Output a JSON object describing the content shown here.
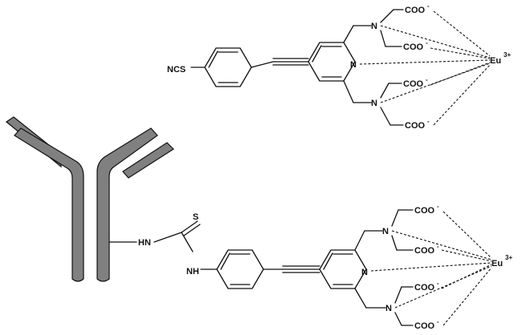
{
  "molecule_top": {
    "ncs": "NCS",
    "n_ring": "N",
    "n_amine_top": "N",
    "n_amine_bottom": "N",
    "coo": "COO",
    "charge": "-",
    "metal": "Eu",
    "metal_charge": "3+"
  },
  "conjugate": {
    "s_label": "S",
    "hn_label": "HN",
    "nh_label": "NH",
    "n_ring": "N",
    "n_amine_top": "N",
    "n_amine_bottom": "N",
    "coo": "COO",
    "charge": "-",
    "metal": "Eu",
    "metal_charge": "3+"
  },
  "colors": {
    "antibody_fill": "#808080",
    "line": "#111111"
  }
}
